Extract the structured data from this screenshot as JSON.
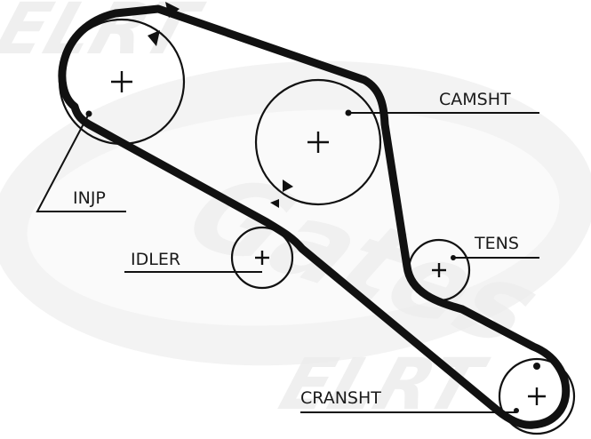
{
  "colors": {
    "belt": "#111111",
    "watermark": "#e9e9e9",
    "background": "#ffffff"
  },
  "diagram": {
    "labels": {
      "camshaft": "CAMSHT",
      "injection_pump": "INJP",
      "idler": "IDLER",
      "tensioner": "TENS",
      "crankshaft": "CRANSHT"
    }
  }
}
